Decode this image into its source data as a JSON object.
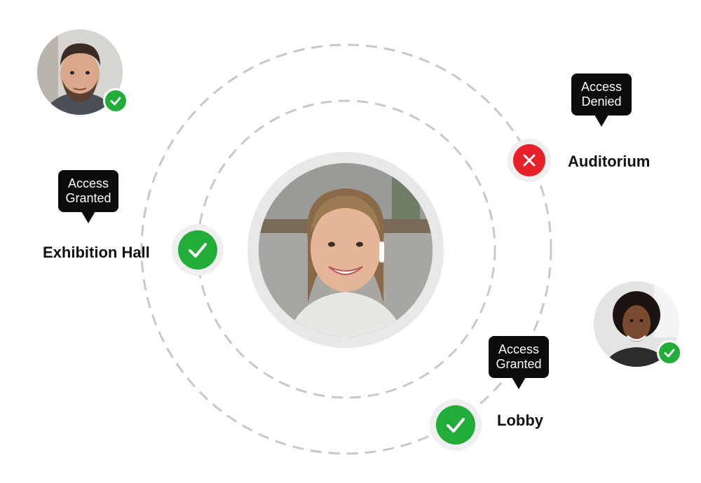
{
  "colors": {
    "granted": "#22ac38",
    "denied": "#e8202a",
    "ring": "#c8c8c8",
    "bubble": "#0b0b0b"
  },
  "people": [
    {
      "name": "top-left-person",
      "status": "granted",
      "status_icon": "check-icon"
    },
    {
      "name": "center-person"
    },
    {
      "name": "right-person",
      "status": "granted",
      "status_icon": "check-icon"
    }
  ],
  "locations": [
    {
      "label": "Exhibition Hall",
      "status": "granted",
      "status_icon": "check-icon",
      "tooltip_line1": "Access",
      "tooltip_line2": "Granted"
    },
    {
      "label": "Auditorium",
      "status": "denied",
      "status_icon": "close-icon",
      "tooltip_line1": "Access",
      "tooltip_line2": "Denied"
    },
    {
      "label": "Lobby",
      "status": "granted",
      "status_icon": "check-icon",
      "tooltip_line1": "Access",
      "tooltip_line2": "Granted"
    }
  ]
}
